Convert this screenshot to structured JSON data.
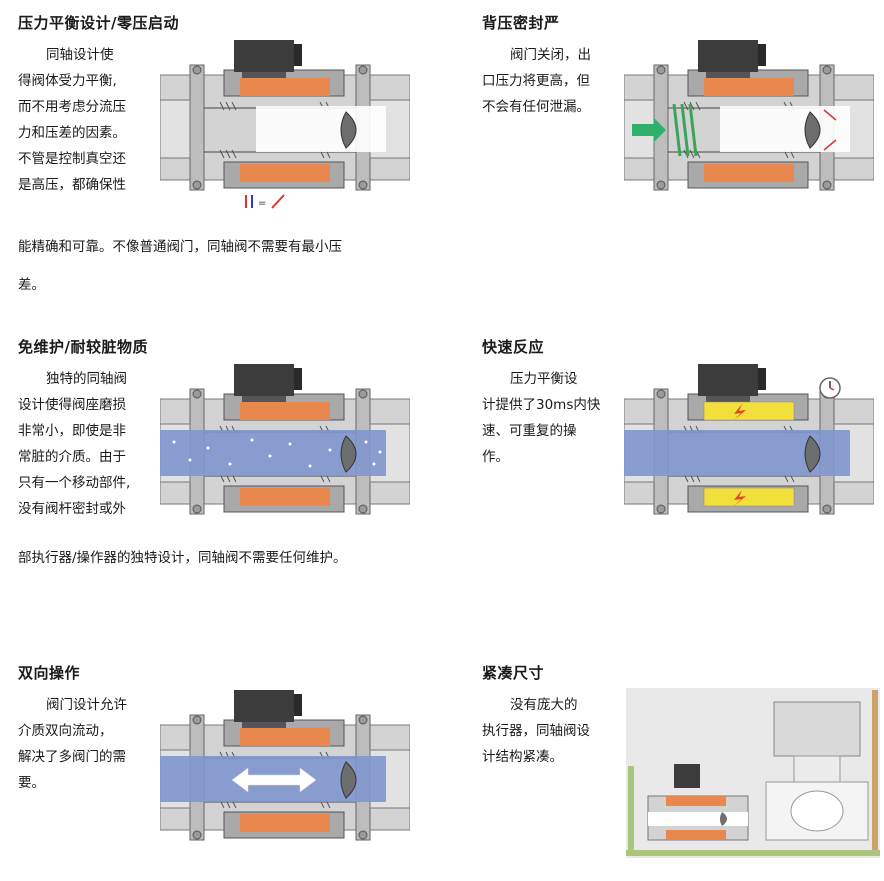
{
  "sections": [
    {
      "title": "压力平衡设计/零压启动",
      "lines": [
        "同轴设计使",
        "得阀体受力平衡,",
        "而不用考虑分流压",
        "力和压差的因素。",
        "不管是控制真空还",
        "是高压，都确保性"
      ],
      "extra_lines": [
        "能精确和可靠。不像普通阀门，同轴阀不需要有最小压",
        "差。"
      ]
    },
    {
      "title": "背压密封严",
      "lines": [
        "阀门关闭，出",
        "口压力将更高，但",
        "不会有任何泄漏。"
      ]
    },
    {
      "title": "免维护/耐较脏物质",
      "lines": [
        "独特的同轴阀",
        "设计使得阀座磨损",
        "非常小，即使是非",
        "常脏的介质。由于",
        "只有一个移动部件,",
        "没有阀杆密封或外"
      ],
      "extra_lines": [
        "部执行器/操作器的独特设计，同轴阀不需要任何维护。"
      ]
    },
    {
      "title": "快速反应",
      "lines": [
        "压力平衡设",
        "计提供了30ms内快",
        "速、可重复的操",
        "作。"
      ]
    },
    {
      "title": "双向操作",
      "lines": [
        "阀门设计允许",
        "介质双向流动，",
        "解决了多阀门的需",
        "要。"
      ]
    },
    {
      "title": "紧凑尺寸",
      "lines": [
        "没有庞大的",
        "执行器，同轴阀设",
        "计结构紧凑。"
      ]
    }
  ],
  "colors": {
    "body_gray": "#c9c9c9",
    "coil_orange": "#e8874e",
    "coil_yellow": "#f2df3c",
    "fluid_blue": "#7f96cf",
    "spring_green": "#3aa55a",
    "arrow_green": "#2fb06a",
    "connector_dark": "#3c3c3c"
  },
  "icons": [
    "valve-cross-section-icon",
    "clock-icon",
    "lightning-icon",
    "double-arrow-icon",
    "ruler-icon"
  ]
}
